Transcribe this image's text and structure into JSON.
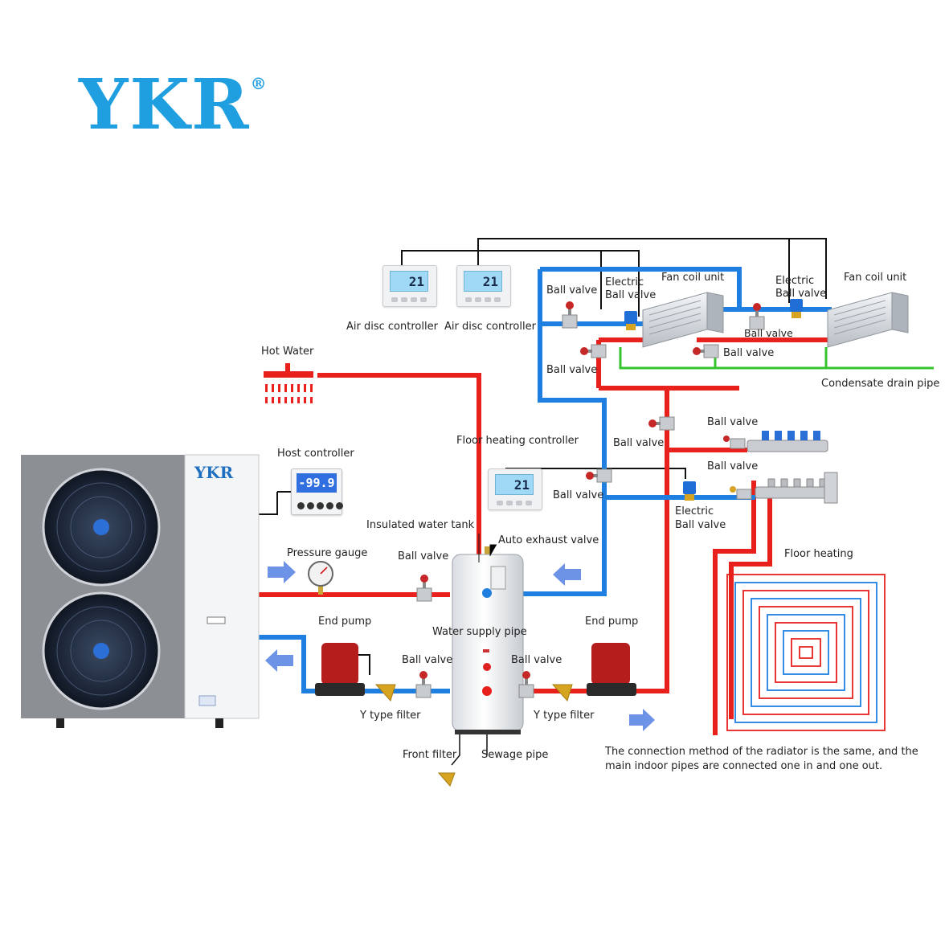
{
  "brand": {
    "name": "YKR",
    "reg": "®"
  },
  "unit": {
    "brand": "YKR"
  },
  "host_controller": {
    "display": "-99.9"
  },
  "thermostats": [
    {
      "display": "21"
    },
    {
      "display": "21"
    },
    {
      "display": "21"
    }
  ],
  "labels": {
    "hot_water": "Hot Water",
    "host_controller": "Host controller",
    "air_disc_controller_1": "Air disc controller",
    "air_disc_controller_2": "Air disc controller",
    "floor_heating_controller": "Floor heating controller",
    "insulated_water_tank": "Insulated water tank",
    "auto_exhaust_valve": "Auto exhaust valve",
    "pressure_gauge": "Pressure gauge",
    "ball_valve_top_left": "Ball valve",
    "ball_valve_tank_in": "Ball valve",
    "ball_valve_lower_left": "Ball valve",
    "ball_valve_lower_right": "Ball valve",
    "electric_ball_valve_1": "Electric\nBall valve",
    "fan_coil_unit_1": "Fan coil unit",
    "electric_ball_valve_2": "Electric\nBall valve",
    "fan_coil_unit_2": "Fan coil unit",
    "ball_valve_fc_mid": "Ball valve",
    "ball_valve_fc_return": "Ball valve",
    "ball_valve_fc_lower": "Ball valve",
    "condensate_drain_pipe": "Condensate drain pipe",
    "ball_valve_manifold_top": "Ball valve",
    "ball_valve_riser": "Ball valve",
    "ball_valve_manifold_bottom": "Ball valve",
    "ball_valve_floor_ctrl": "Ball valve",
    "electric_ball_valve_floor": "Electric\nBall valve",
    "floor_heating": "Floor heating",
    "end_pump_left": "End pump",
    "end_pump_right": "End pump",
    "water_supply_pipe": "Water supply pipe",
    "y_filter_left": "Y type filter",
    "y_filter_right": "Y type filter",
    "front_filter": "Front filter",
    "sewage_pipe": "Sewage pipe",
    "note": "The connection method of the radiator is the same, and the\nmain indoor pipes are connected one in and one out."
  },
  "colors": {
    "hot_pipe": "#e8211d",
    "cold_pipe": "#1e7fe0",
    "drain_pipe": "#36c42e",
    "signal_wire": "#111111",
    "brand": "#1f9fe0",
    "flow_arrow": "#6c93e6"
  }
}
